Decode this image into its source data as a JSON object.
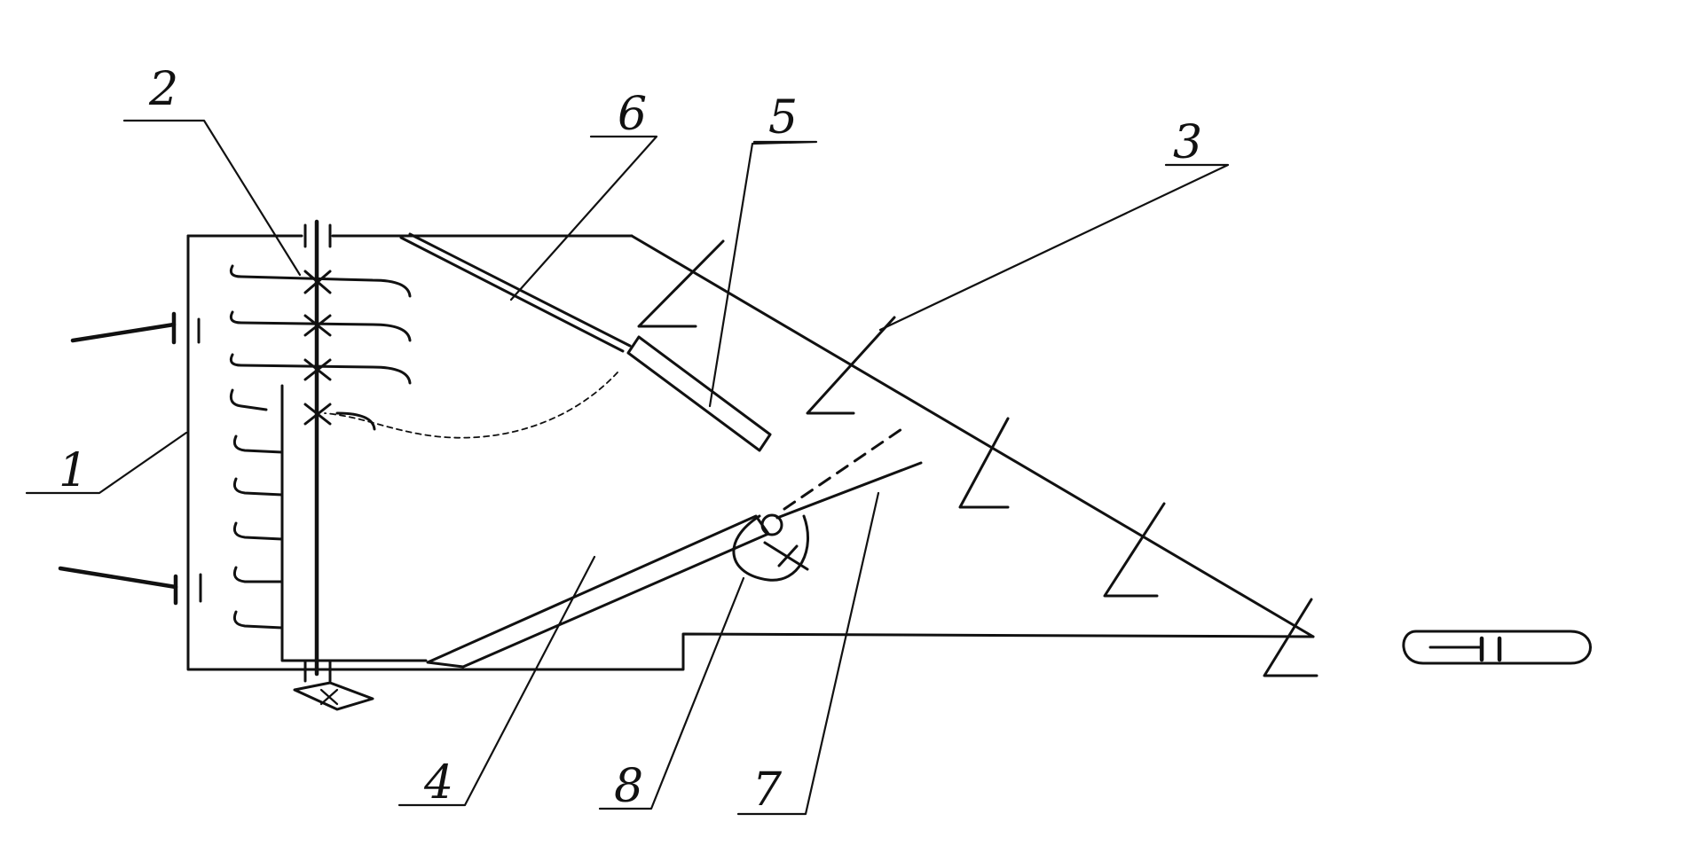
{
  "labels": {
    "l1": "1",
    "l2": "2",
    "l3": "3",
    "l4": "4",
    "l5": "5",
    "l6": "6",
    "l7": "7",
    "l8": "8"
  },
  "colors": {
    "ink": "#111111",
    "paper": "#ffffff"
  }
}
